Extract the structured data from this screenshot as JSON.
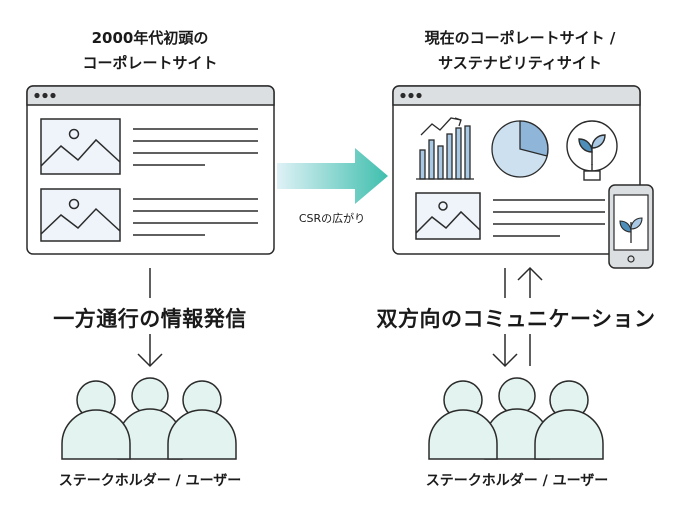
{
  "left_title": [
    "2000年代初頭の",
    "コーポレートサイト"
  ],
  "right_title": [
    "現在のコーポレートサイト /",
    "サステナビリティサイト"
  ],
  "arrow_label": "CSRの広がり",
  "left_caption": "一方通行の情報発信",
  "right_caption": "双方向のコミュニケーション",
  "left_footer": "ステークホルダー / ユーザー",
  "right_footer": "ステークホルダー / ユーザー",
  "colors": {
    "stroke": "#2b2b2b",
    "window_bar": "#dcdfe2",
    "image_fill": "#eef4fa",
    "people_fill": "#e3f3ef",
    "arrow_start": "#dff1f6",
    "arrow_end": "#3fbfae",
    "chart_blue": "#a9c8e3"
  }
}
